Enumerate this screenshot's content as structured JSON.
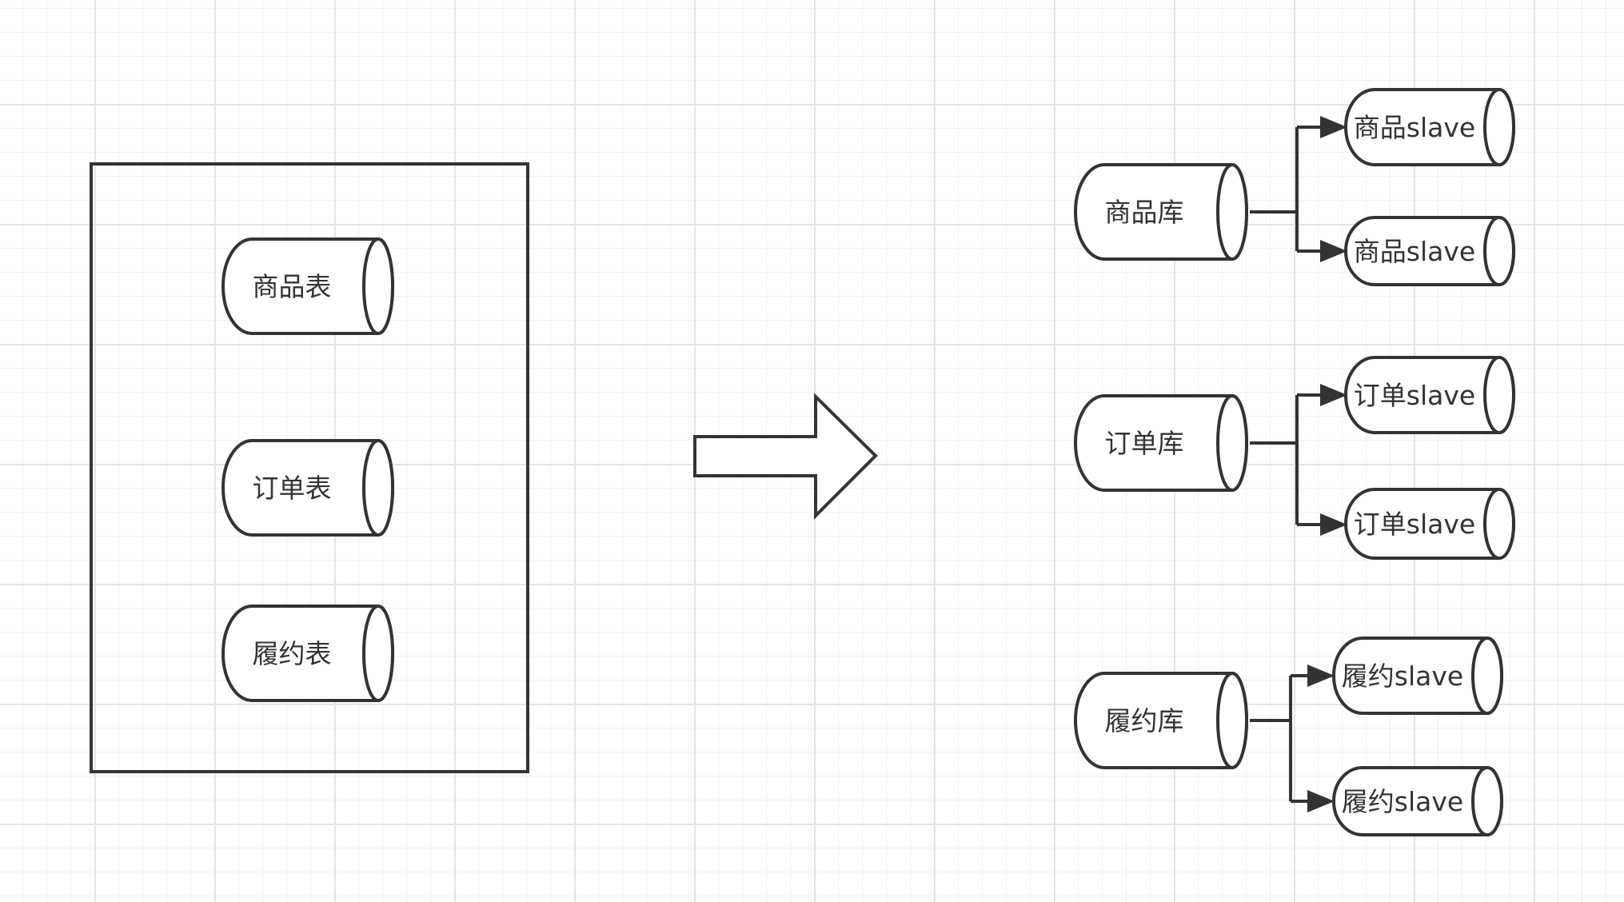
{
  "colors": {
    "stroke": "#333333",
    "fill": "#ffffff",
    "text": "#333333"
  },
  "before": {
    "tables": [
      "商品表",
      "订单表",
      "履约表"
    ]
  },
  "after": {
    "groups": [
      {
        "db": "商品库",
        "slaves": [
          "商品slave",
          "商品slave"
        ]
      },
      {
        "db": "订单库",
        "slaves": [
          "订单slave",
          "订单slave"
        ]
      },
      {
        "db": "履约库",
        "slaves": [
          "履约slave",
          "履约slave"
        ]
      }
    ]
  }
}
